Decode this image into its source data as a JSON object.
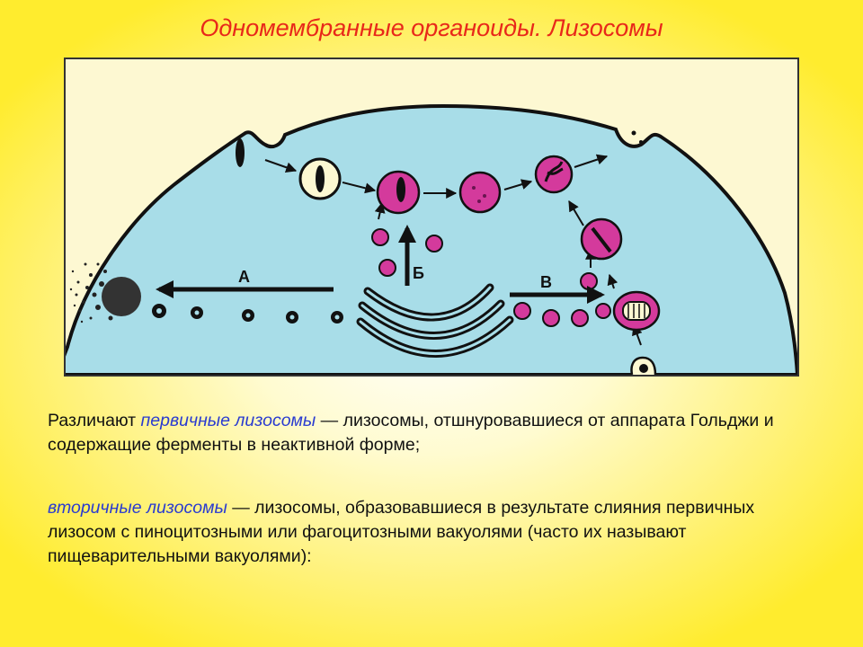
{
  "slide": {
    "title": "Одномембранные органоиды. Лизосомы"
  },
  "diagram": {
    "label_a": "А",
    "label_b": "Б",
    "label_c": "В",
    "colors": {
      "cytoplasm": "#a8dde8",
      "background": "#fdf8d2",
      "lysosome": "#d43a9c",
      "outline": "#111111"
    }
  },
  "text": {
    "p1_term": "первичные лизосомы",
    "p1_lead": "Различают",
    "p1_rest": " — лизосомы, отшнуровавшиеся от аппарата Гольджи и содержащие ферменты в неактивной форме;",
    "p2_term": "вторичные лизосомы",
    "p2_rest": " — лизосомы, образовавшиеся в результате слияния первичных лизосом с пиноцитозными или фагоцитозными вакуолями (часто их называют пищеварительными вакуолями):"
  }
}
